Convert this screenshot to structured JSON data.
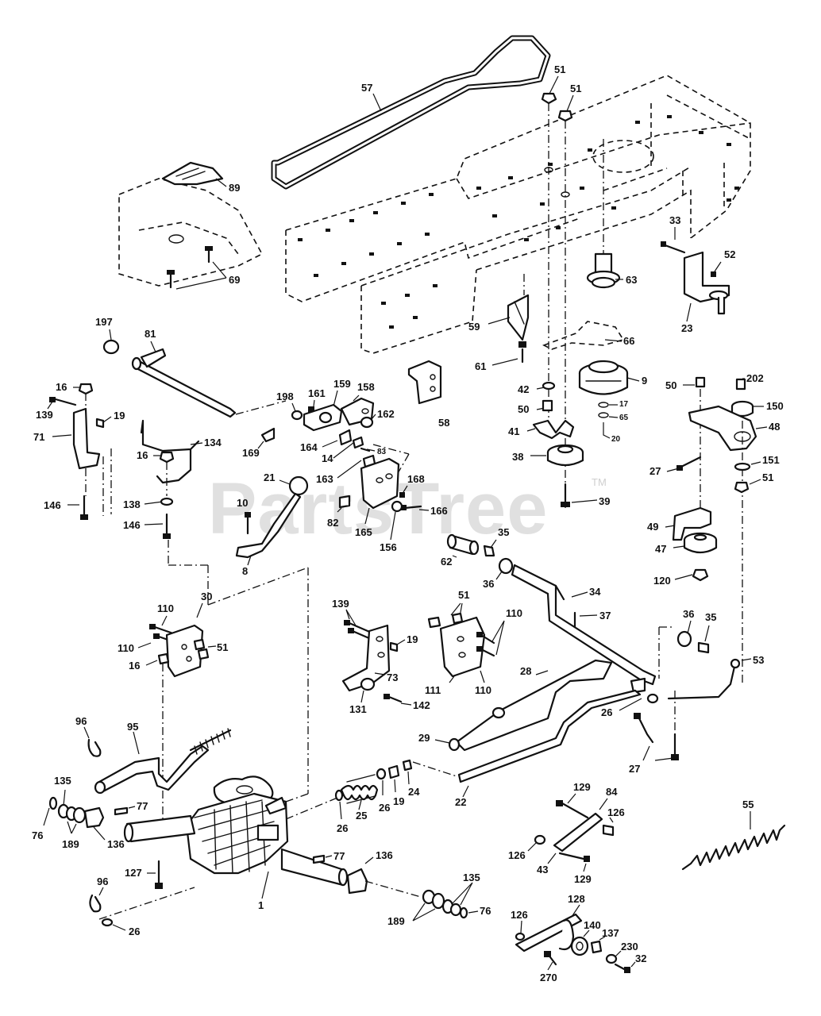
{
  "watermark": {
    "text": "PartsTree",
    "trademark": "TM"
  },
  "callouts": {
    "c57": "57",
    "c51a": "51",
    "c51b": "51",
    "c89": "89",
    "c69": "69",
    "c63": "63",
    "c33": "33",
    "c52": "52",
    "c23": "23",
    "c197": "197",
    "c81": "81",
    "c59": "59",
    "c66": "66",
    "c61": "61",
    "c9": "9",
    "c16a": "16",
    "c139a": "139",
    "c19a": "19",
    "c71": "71",
    "c198": "198",
    "c161": "161",
    "c159": "159",
    "c158": "158",
    "c162": "162",
    "c58": "58",
    "c42": "42",
    "c50a": "50",
    "c17": "17",
    "c65": "65",
    "c20": "20",
    "c41": "41",
    "c50b": "50",
    "c202": "202",
    "c150": "150",
    "c48": "48",
    "c164": "164",
    "c14": "14",
    "c83": "83",
    "c134": "134",
    "c169": "169",
    "c163": "163",
    "c38": "38",
    "c27a": "27",
    "c151": "151",
    "c51c": "51",
    "c16b": "16",
    "c146a": "146",
    "c138": "138",
    "c21": "21",
    "c168": "168",
    "c10": "10",
    "c82": "82",
    "c166": "166",
    "c39": "39",
    "c146b": "146",
    "c165": "165",
    "c156": "156",
    "c49": "49",
    "c47": "47",
    "c62": "62",
    "c35a": "35",
    "c8": "8",
    "c36a": "36",
    "c120": "120",
    "c34": "34",
    "c37": "37",
    "c110a": "110",
    "c30": "30",
    "c139b": "139",
    "c51d": "51",
    "c110b": "110",
    "c110c": "110",
    "c19b": "19",
    "c36b": "36",
    "c35b": "35",
    "c51e": "51",
    "c16c": "16",
    "c73": "73",
    "c111": "111",
    "c110d": "110",
    "c53": "53",
    "c28": "28",
    "c131": "131",
    "c142": "142",
    "c96a": "96",
    "c95": "95",
    "c26a": "26",
    "c29": "29",
    "c27b": "27",
    "c135a": "135",
    "c24": "24",
    "c26b": "26",
    "c19c": "19",
    "c25": "25",
    "c22": "22",
    "c129a": "129",
    "c84": "84",
    "c55": "55",
    "c77a": "77",
    "c76a": "76",
    "c189a": "189",
    "c136a": "136",
    "c26c": "26",
    "c126a": "126",
    "c77b": "77",
    "c126b": "126",
    "c43": "43",
    "c129b": "129",
    "c127": "127",
    "c136b": "136",
    "c135b": "135",
    "c96b": "96",
    "c1": "1",
    "c189b": "189",
    "c76b": "76",
    "c128": "128",
    "c26d": "26",
    "c126c": "126",
    "c140": "140",
    "c137": "137",
    "c230": "230",
    "c32": "32",
    "c270": "270"
  }
}
